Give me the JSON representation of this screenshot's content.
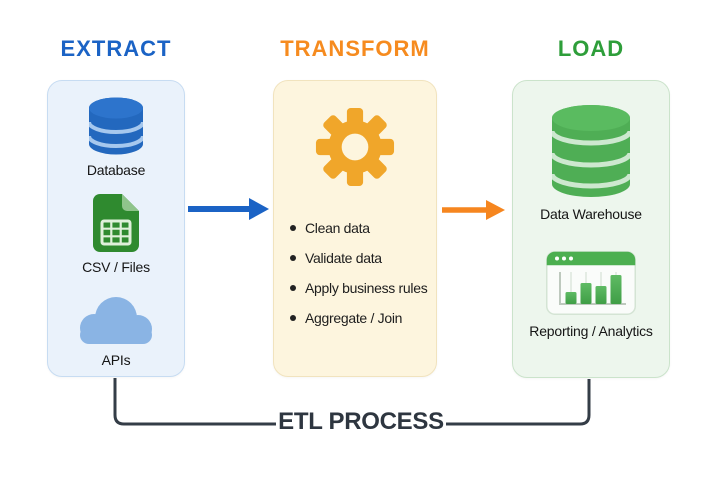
{
  "columns": [
    {
      "title": "EXTRACT",
      "accent_color": "#1B63C5",
      "card_bg": "#EAF2FB",
      "card_border": "#C7DCF2",
      "items": [
        {
          "icon": "database-icon",
          "label": "Database"
        },
        {
          "icon": "csv-file-icon",
          "label": "CSV / Files"
        },
        {
          "icon": "cloud-icon",
          "label": "APIs"
        }
      ]
    },
    {
      "title": "TRANSFORM",
      "accent_color": "#F68B1F",
      "card_bg": "#FDF5DE",
      "card_border": "#F1E3BE",
      "icon": "gear-icon",
      "bullets": [
        "Clean data",
        "Validate data",
        "Apply business rules",
        "Aggregate / Join"
      ]
    },
    {
      "title": "LOAD",
      "accent_color": "#2E9E3A",
      "card_bg": "#EDF6ED",
      "card_border": "#CBE3CB",
      "items": [
        {
          "icon": "warehouse-database-icon",
          "label": "Data Warehouse"
        },
        {
          "icon": "report-chart-icon",
          "label": "Reporting / Analytics"
        }
      ]
    }
  ],
  "arrows": [
    {
      "from": "extract",
      "to": "transform",
      "color": "#1B63C5"
    },
    {
      "from": "transform",
      "to": "load",
      "color": "#F6861F"
    }
  ],
  "footer": {
    "label": "ETL PROCESS",
    "color": "#2E3640",
    "bracket_color": "#343D47"
  }
}
